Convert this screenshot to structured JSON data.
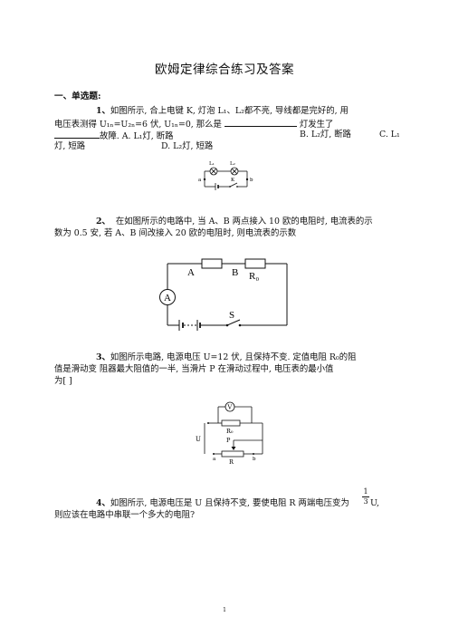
{
  "title": "欧姆定律综合练习及答案",
  "section": "一、单选题:",
  "q1": {
    "num": "1、",
    "line1_a": "如图所示, 合上电键 K, 灯泡 L₁、L₂都不亮, 导线都是完好的, 用",
    "line2_a": "电压表测得 U₁ₙ=U₂ₙ=6 伏, U₁ₙ=0, 那么是",
    "line2_b": "灯发生了",
    "line3_a": "故障. A. L₁灯, 断路",
    "line3_b": "B. L₂灯, 断路",
    "line3_c": "C. L₁",
    "line4_a": "灯, 短路",
    "line4_b": "D. L₂灯, 短路",
    "fig": {
      "l1": "L₁",
      "l2": "L₂",
      "a": "a",
      "b": "b",
      "k": "K"
    }
  },
  "q2": {
    "num": "2、",
    "line1": "在如图所示的电路中, 当 A、B 两点接入 10 欧的电阻时, 电流表的示",
    "line2": "数为 0.5 安, 若 A、B 间改接入 20 欧的电阻时, 则电流表的示数",
    "fig": {
      "A": "A",
      "B": "B",
      "R0": "R₀",
      "ammeter": "A",
      "S": "S"
    }
  },
  "q3": {
    "num": "3、",
    "line1": "如图所示电路, 电源电压 U=12 伏, 且保持不变. 定值电阻 R₀的阻",
    "line2": "值是滑动变 阻器最大阻值的一半, 当滑片 P 在滑动过程中, 电压表的最小值",
    "line3": "为[ ]",
    "fig": {
      "V": "V",
      "R0": "R₀",
      "P": "P",
      "R": "R",
      "U": "U",
      "a": "a",
      "b": "b"
    }
  },
  "q4": {
    "num": "4、",
    "line1_a": "如图所示, 电源电压是 U 且保持不变, 要使电阻 R 两端电压变为",
    "frac_num": "1",
    "frac_den": "3",
    "line1_b": "U,",
    "line2": "则应该在电路中串联一个多大的电阻?"
  },
  "footer": {
    "page": "1"
  }
}
